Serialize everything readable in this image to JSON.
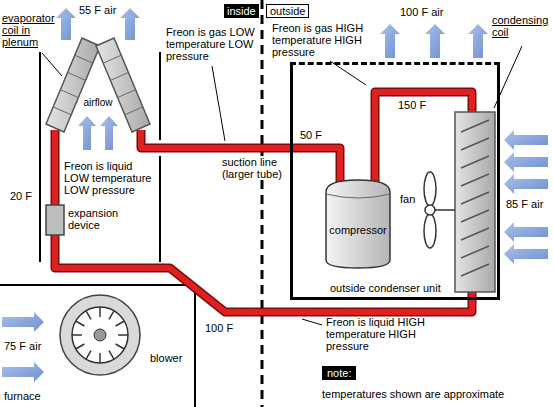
{
  "diagram": {
    "nodes": [
      {
        "text": [
          "outside condenser unit"
        ]
      },
      {
        "text": [
          "compressor"
        ],
        "in": 0
      },
      {
        "text": [
          "note:"
        ]
      }
    ],
    "labels": [
      "55 F air",
      "evaporator coil in plenum",
      "airflow",
      "Freon is liquid LOW temperature LOW pressure",
      "20 F",
      "expansion device",
      "inside",
      "outside",
      "Freon is gas LOW temperature LOW pressure",
      "suction line (larger tube)",
      "50 F",
      "Freon is gas HIGH temperature HIGH pressure",
      "100 F air",
      "150 F",
      "fan",
      "condensing coil",
      "85 F air",
      "100 F",
      "Freon is liquid HIGH temperature HIGH pressure",
      "75 F air",
      "blower",
      "furnace",
      "temperatures shown are approximate"
    ]
  }
}
